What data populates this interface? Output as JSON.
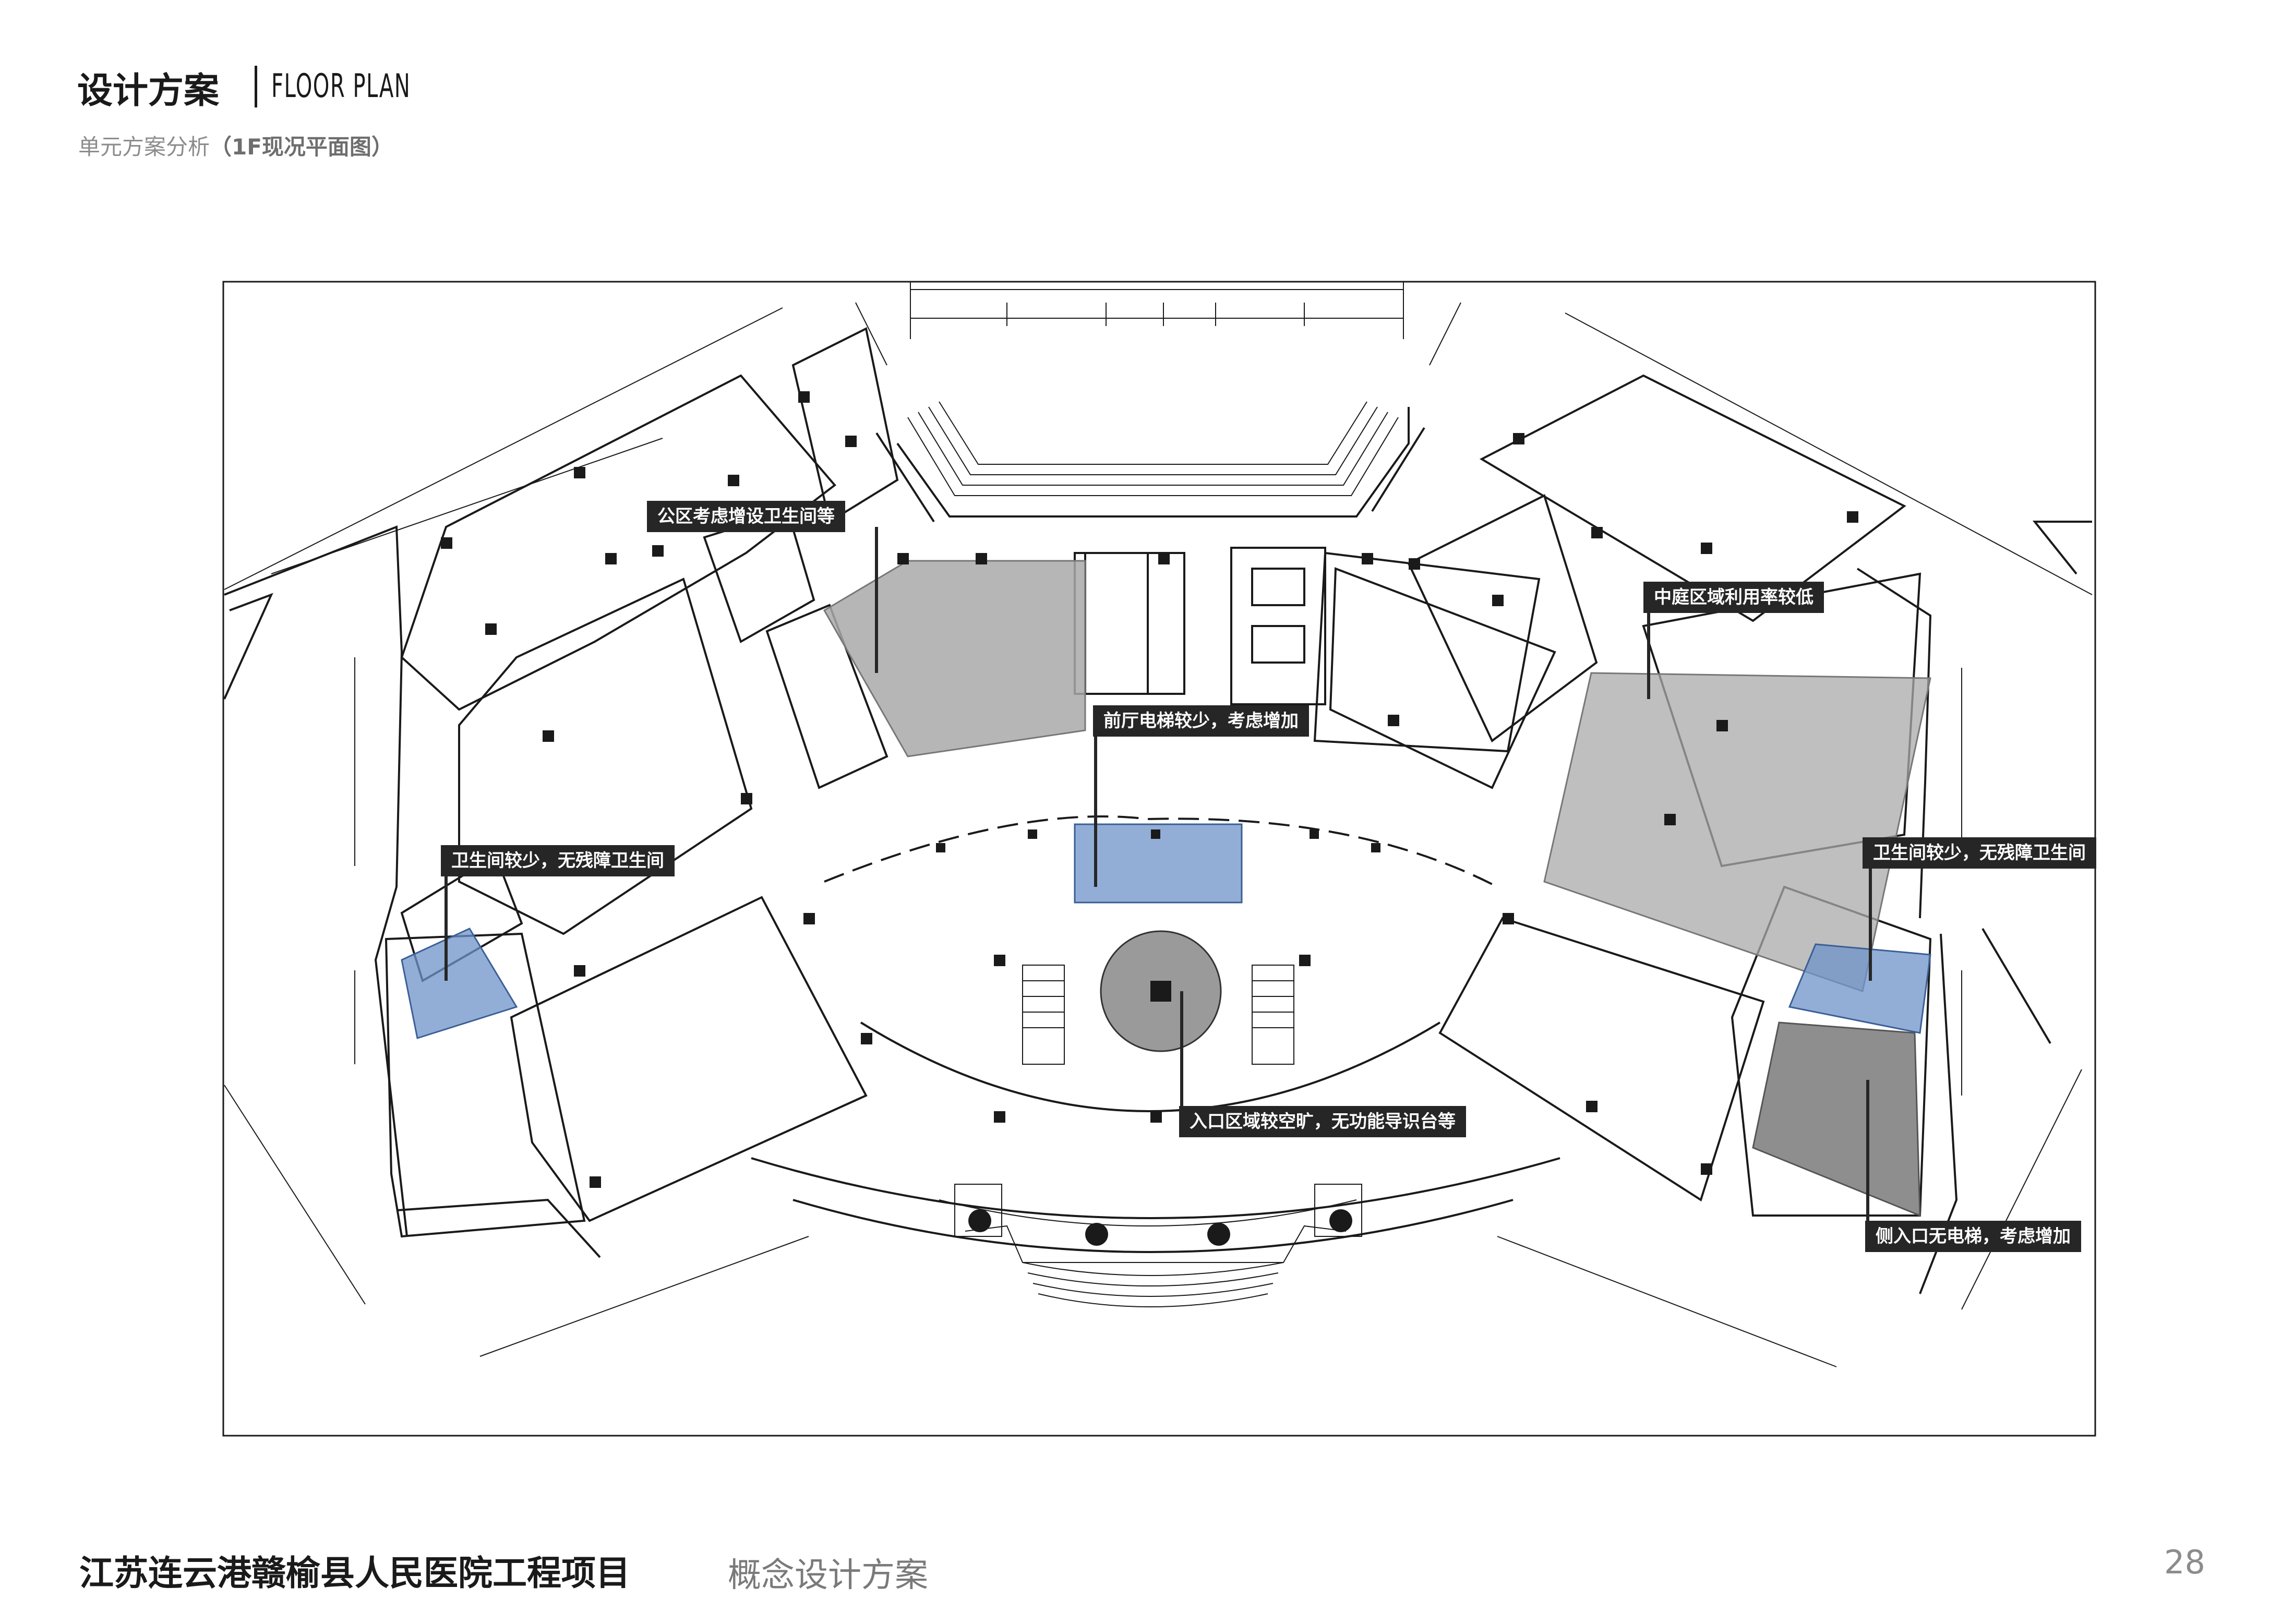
{
  "header": {
    "title": "设计方案",
    "title_en": "FLOOR PLAN",
    "subtitle_prefix": "单元方案分析",
    "subtitle_paren": "（1F现况平面图）"
  },
  "plan": {
    "annotations": [
      {
        "id": "restroom-public",
        "text": "公区考虑增设卫生间等"
      },
      {
        "id": "courtyard",
        "text": "中庭区域利用率较低"
      },
      {
        "id": "lobby-elevator",
        "text": "前厅电梯较少，考虑增加"
      },
      {
        "id": "restroom-left",
        "text": "卫生间较少，无残障卫生间"
      },
      {
        "id": "restroom-right",
        "text": "卫生间较少，无残障卫生间"
      },
      {
        "id": "entrance",
        "text": "入口区域较空旷，无功能导识台等"
      },
      {
        "id": "side-entrance",
        "text": "侧入口无电梯，考虑增加"
      }
    ],
    "colors": {
      "gray_zone": "#a9a9a9",
      "blue_zone": "#6d93c9",
      "dark_zone": "#7a7a7a",
      "callout_bg": "#262626",
      "line": "#1a1a1a"
    }
  },
  "footer": {
    "project": "江苏连云港赣榆县人民医院工程项目",
    "scheme": "概念设计方案",
    "page": "28"
  }
}
